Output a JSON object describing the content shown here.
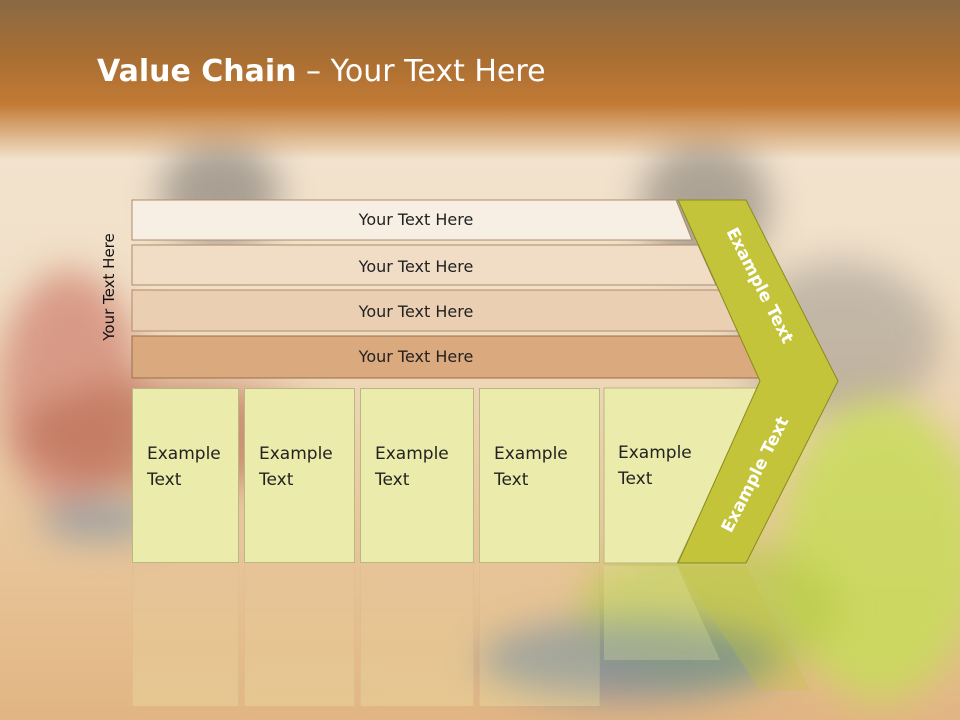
{
  "title": {
    "bold": "Value Chain",
    "rest": " – Your Text Here"
  },
  "side_label": "Your Text Here",
  "bars": [
    "Your Text Here",
    "Your Text Here",
    "Your Text Here",
    "Your Text Here"
  ],
  "boxes": [
    {
      "line1": "Example",
      "line2": "Text"
    },
    {
      "line1": "Example",
      "line2": "Text"
    },
    {
      "line1": "Example",
      "line2": "Text"
    },
    {
      "line1": "Example",
      "line2": "Text"
    },
    {
      "line1": "Example",
      "line2": "Text"
    }
  ],
  "arrow_top_label": "Example Text",
  "arrow_bottom_label": "Example Text",
  "colors": {
    "bar1": "#f7efe4",
    "bar2": "#f1dcc6",
    "bar3": "#ebcfb2",
    "bar4": "#daa97d",
    "box": "#ebebab",
    "arrow": "#c4c43a",
    "header": "#b9742f"
  }
}
